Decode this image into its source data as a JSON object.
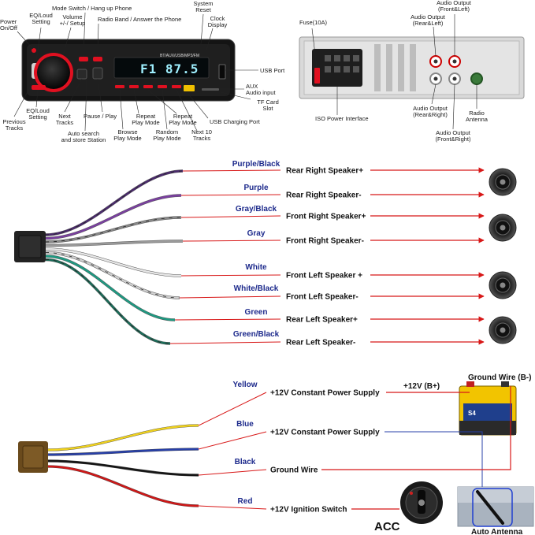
{
  "head_unit": {
    "display_text": "F1 87.5",
    "top_strip": "BT/AUX/USB/MP3/FM",
    "labels": {
      "power": "Power On/Off",
      "eq_loud_top": "EQ/Loud Setting",
      "volume": "Volume +/-/ Setup",
      "mode_switch": "Mode Switch / Hang up Phone",
      "radio_band": "Radio Band / Answer the Phone",
      "system_reset": "System Reset",
      "clock": "Clock Display",
      "usb_port": "USB Port",
      "aux": "AUX Audio input",
      "tf_card": "TF Card Slot",
      "usb_charging": "USB Charging Port",
      "next10": "Next 10 Tracks",
      "random": "Random Play Mode",
      "repeat_a": "Repeat Play Mode",
      "repeat_b": "Repeat Play Mode",
      "browse": "Browse Play Mode",
      "pause": "Pause / Play",
      "next": "Next Tracks",
      "auto_search": "Auto search and store Station",
      "eq_loud_bottom": "EQ/Loud Setting",
      "previous": "Previous Tracks"
    }
  },
  "rear_panel": {
    "labels": {
      "fuse": "Fuse(10A)",
      "iso": "ISO Power Interface",
      "out_front_left": "Audio Output (Front&Left)",
      "out_rear_left": "Audio Output (Rear&Left)",
      "out_rear_right": "Audio Output (Rear&Right)",
      "out_front_right": "Audio Output (Front&Right)",
      "radio_antenna": "Radio Antenna"
    }
  },
  "speaker_wires": [
    {
      "color_name": "Purple/Black",
      "function": "Rear Right Speaker+",
      "hex": "#4b2a6e",
      "stripe": "#222222"
    },
    {
      "color_name": "Purple",
      "function": "Rear Right Speaker-",
      "hex": "#7a3fa0",
      "stripe": ""
    },
    {
      "color_name": "Gray/Black",
      "function": "Front Right Speaker+",
      "hex": "#8a8a8a",
      "stripe": "#222222"
    },
    {
      "color_name": "Gray",
      "function": "Front Right Speaker-",
      "hex": "#9a9a9a",
      "stripe": ""
    },
    {
      "color_name": "White",
      "function": "Front Left Speaker +",
      "hex": "#e6e6e6",
      "stripe": ""
    },
    {
      "color_name": "White/Black",
      "function": "Front Left Speaker-",
      "hex": "#d0d0d0",
      "stripe": "#222222"
    },
    {
      "color_name": "Green",
      "function": "Rear Left Speaker+",
      "hex": "#1e9a82",
      "stripe": ""
    },
    {
      "color_name": "Green/Black",
      "function": "Rear Left Speaker-",
      "hex": "#1a6e5a",
      "stripe": "#222222"
    }
  ],
  "power_wires": [
    {
      "color_name": "Yellow",
      "function": "+12V Constant Power Supply",
      "hex": "#f0d21e"
    },
    {
      "color_name": "Blue",
      "function": "+12V Constant Power Supply",
      "hex": "#2840a8"
    },
    {
      "color_name": "Black",
      "function": "Ground Wire",
      "hex": "#151515"
    },
    {
      "color_name": "Red",
      "function": "+12V Ignition Switch",
      "hex": "#d01818"
    }
  ],
  "battery": {
    "plus_label": "+12V (B+)",
    "ground_label": "Ground Wire (B-)",
    "brand": "S4"
  },
  "acc_label": "ACC",
  "antenna_label": "Auto Antenna",
  "colors": {
    "label_blue": "#1d2a8c",
    "arrow_red": "#d81818",
    "unit_black": "#141414",
    "knob_red": "#e01020",
    "display_cyan": "#9ff0ff",
    "connector_black": "#222222",
    "connector_brown": "#6a4a1c",
    "battery_yellow": "#f2c400",
    "battery_blue": "#1f3f8c",
    "rear_gray": "#d9d9d9"
  }
}
